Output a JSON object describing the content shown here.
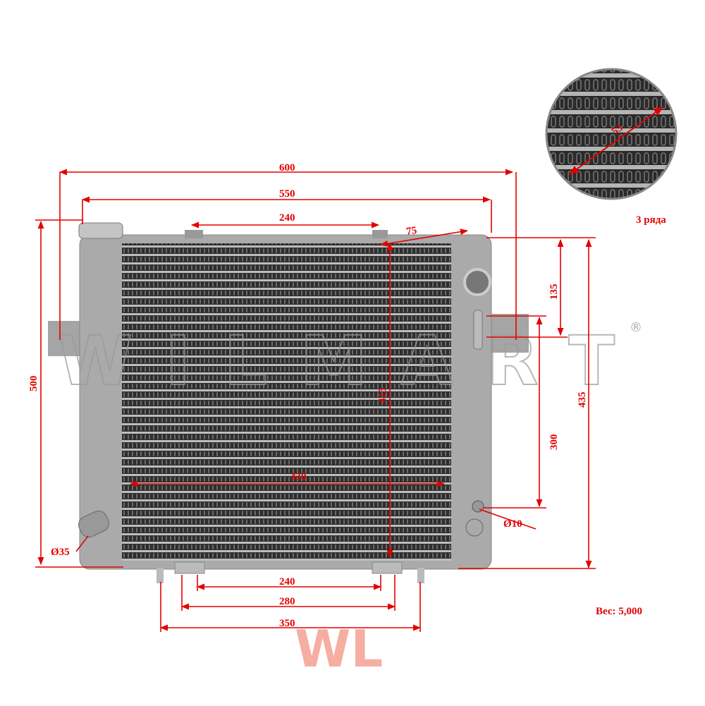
{
  "colors": {
    "dimension": "#e30000",
    "radiator": "#a9a9a9",
    "core": "#3a3a3a"
  },
  "watermark": {
    "brand": "WILMART",
    "registered": "®",
    "logo": "WL"
  },
  "inset": {
    "dimension": "53",
    "label": "3 ряда"
  },
  "dimensions": {
    "overall_width": "600",
    "core_tank_width": "550",
    "top_bracket_spacing": "240",
    "depth_offset": "75",
    "bracket_height": "135",
    "overall_height": "500",
    "core_height": "415",
    "tank_height": "435",
    "port_spacing": "300",
    "core_width": "430",
    "small_port_diameter": "Ø10",
    "outlet_diameter": "Ø35",
    "bottom_mount_240": "240",
    "bottom_mount_280": "280",
    "bottom_mount_350": "350"
  },
  "weight_label": "Вес: 5,000"
}
